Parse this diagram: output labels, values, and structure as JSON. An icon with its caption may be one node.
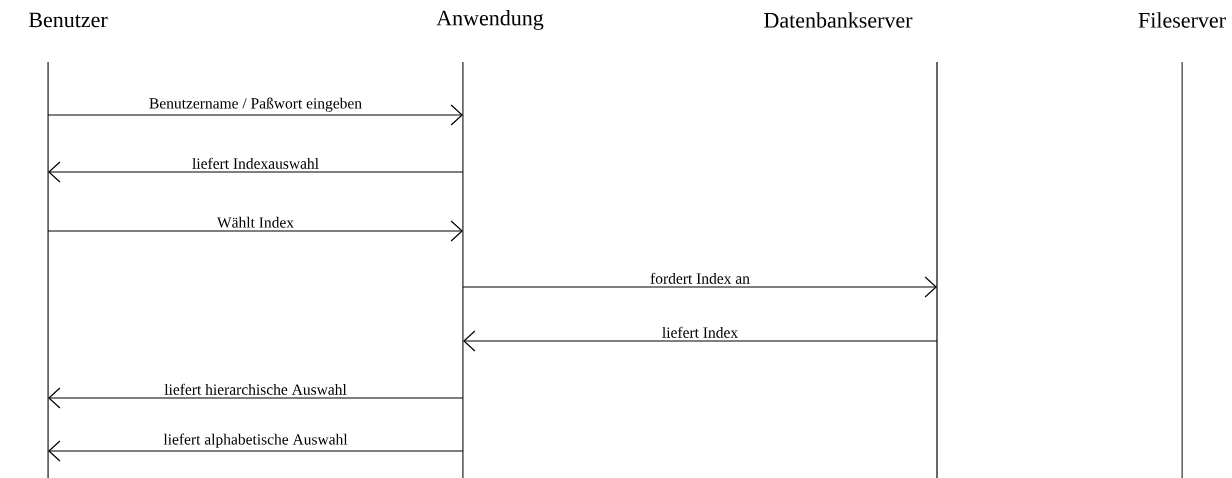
{
  "diagram": {
    "nodes": [
      {
        "text": [
          "Benutzer"
        ]
      },
      {
        "text": [
          "Anwendung"
        ]
      },
      {
        "text": [
          "Datenbankserver"
        ]
      },
      {
        "text": [
          "Fileserver"
        ]
      }
    ],
    "edges": [
      {
        "from": 0,
        "to": 1,
        "arrow": "to",
        "label": "Benutzername / Paßwort eingeben"
      },
      {
        "from": 1,
        "to": 0,
        "arrow": "to",
        "label": "liefert Indexauswahl"
      },
      {
        "from": 0,
        "to": 1,
        "arrow": "to",
        "label": "Wählt Index"
      },
      {
        "from": 1,
        "to": 2,
        "arrow": "to",
        "label": "fordert Index an"
      },
      {
        "from": 2,
        "to": 1,
        "arrow": "to",
        "label": "liefert Index"
      },
      {
        "from": 1,
        "to": 0,
        "arrow": "to",
        "label": "liefert hierarchische Auswahl"
      },
      {
        "from": 1,
        "to": 0,
        "arrow": "to",
        "label": "liefert alphabetische Auswahl"
      }
    ]
  }
}
